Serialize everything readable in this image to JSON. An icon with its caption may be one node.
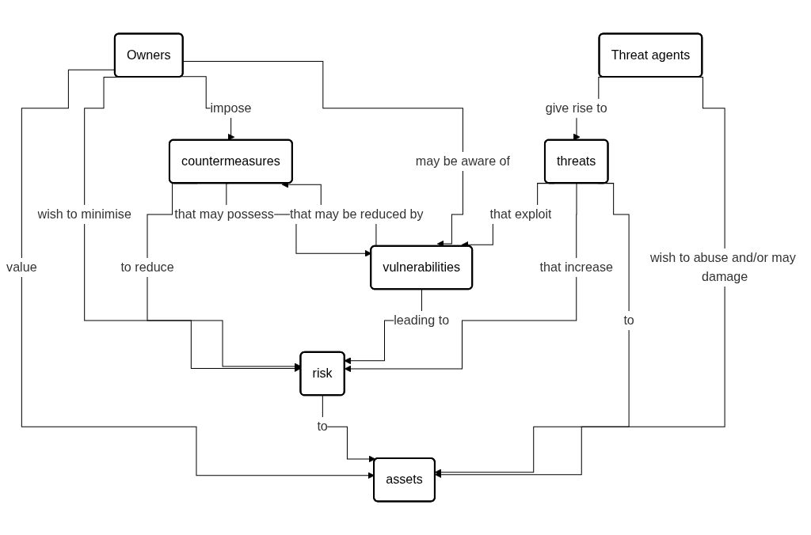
{
  "diagram": {
    "nodes": [
      {
        "text": [
          "Owners"
        ]
      },
      {
        "text": [
          "countermeasures"
        ]
      },
      {
        "text": [
          "vulnerabilities"
        ]
      },
      {
        "text": [
          "risk"
        ]
      },
      {
        "text": [
          "Threat agents"
        ]
      },
      {
        "text": [
          "threats"
        ]
      },
      {
        "text": [
          "assets"
        ]
      }
    ],
    "edges": [
      {
        "from": 0,
        "to": 6,
        "arrow": "to",
        "label": "value"
      },
      {
        "from": 0,
        "to": 3,
        "arrow": "to",
        "label": "wish to minimise"
      },
      {
        "from": 0,
        "to": 1,
        "arrow": "to",
        "label": "impose"
      },
      {
        "from": 0,
        "to": 2,
        "arrow": "to",
        "label": "may be aware of"
      },
      {
        "from": 1,
        "to": 3,
        "arrow": "to",
        "label": "to reduce"
      },
      {
        "from": 1,
        "to": 2,
        "arrow": "to",
        "label": "that may possess"
      },
      {
        "from": 2,
        "to": 1,
        "arrow": "to",
        "label": "that may be reduced by"
      },
      {
        "from": 2,
        "to": 3,
        "arrow": "to",
        "label": "leading to"
      },
      {
        "from": 4,
        "to": 5,
        "arrow": "to",
        "label": "give rise to"
      },
      {
        "from": 4,
        "to": 6,
        "arrow": "to",
        "label": "wish to abuse and/or may damage"
      },
      {
        "from": 5,
        "to": 2,
        "arrow": "to",
        "label": "that exploit"
      },
      {
        "from": 5,
        "to": 3,
        "arrow": "to",
        "label": "that increase"
      },
      {
        "from": 5,
        "to": 6,
        "arrow": "to",
        "label": "to"
      },
      {
        "from": 3,
        "to": 6,
        "arrow": "to",
        "label": "to"
      }
    ]
  }
}
